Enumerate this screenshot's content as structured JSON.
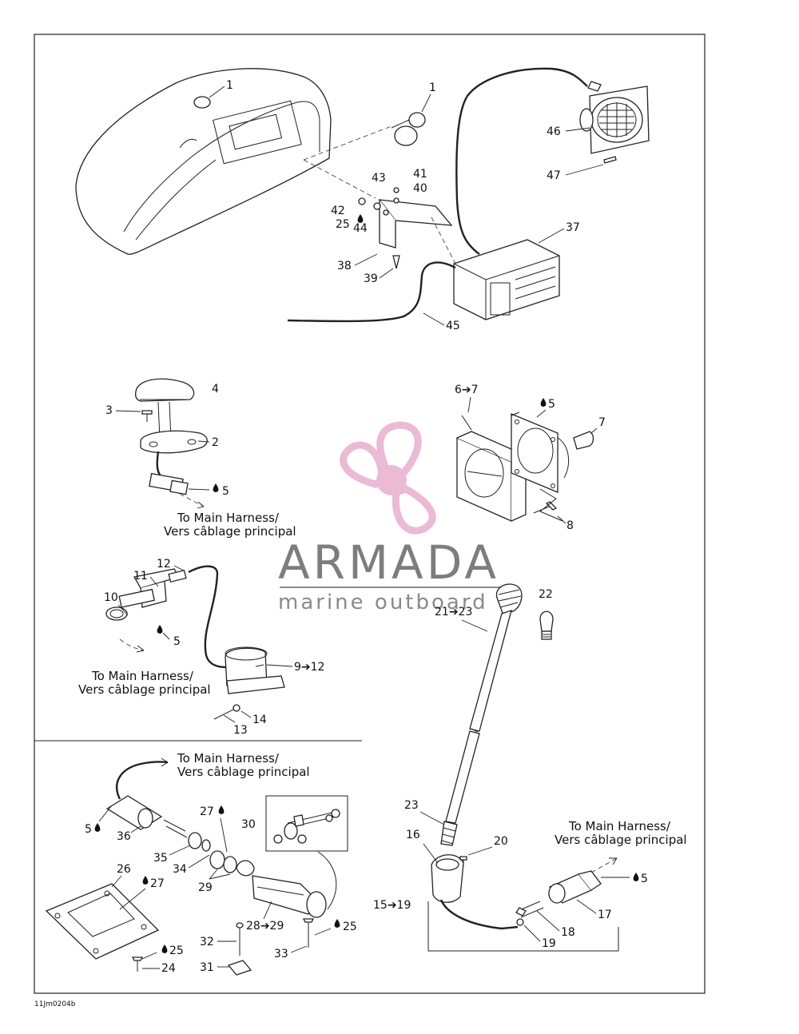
{
  "figure_code": "11Jm0204b",
  "watermark": {
    "name": "ARMADA",
    "tagline": "marine outboard",
    "color": "#e9b3d0"
  },
  "harness_note": {
    "en": "To Main Harness/",
    "fr": "Vers câblage principal"
  },
  "callouts": {
    "c1a": "1",
    "c1b": "1",
    "c2": "2",
    "c3": "3",
    "c4": "4",
    "c5a": "5",
    "c5b": "5",
    "c5c": "5",
    "c5d": "5",
    "c5e": "5",
    "c6_7": "6➔7",
    "c7": "7",
    "c8": "8",
    "c9_12": "9➔12",
    "c10": "10",
    "c11": "11",
    "c12": "12",
    "c13": "13",
    "c14": "14",
    "c15_19": "15➔19",
    "c16": "16",
    "c17": "17",
    "c18": "18",
    "c19": "19",
    "c20": "20",
    "c21_23": "21➔23",
    "c22": "22",
    "c23": "23",
    "c24": "24",
    "c25a": "25",
    "c25b": "25",
    "c25c": "25",
    "c26": "26",
    "c27a": "27",
    "c27b": "27",
    "c28_29": "28➔29",
    "c29": "29",
    "c30": "30",
    "c31": "31",
    "c32": "32",
    "c33": "33",
    "c34": "34",
    "c35": "35",
    "c36": "36",
    "c37": "37",
    "c38": "38",
    "c39": "39",
    "c40": "40",
    "c41": "41",
    "c42": "42",
    "c43": "43",
    "c44": "44",
    "c45": "45",
    "c46": "46",
    "c47": "47"
  }
}
